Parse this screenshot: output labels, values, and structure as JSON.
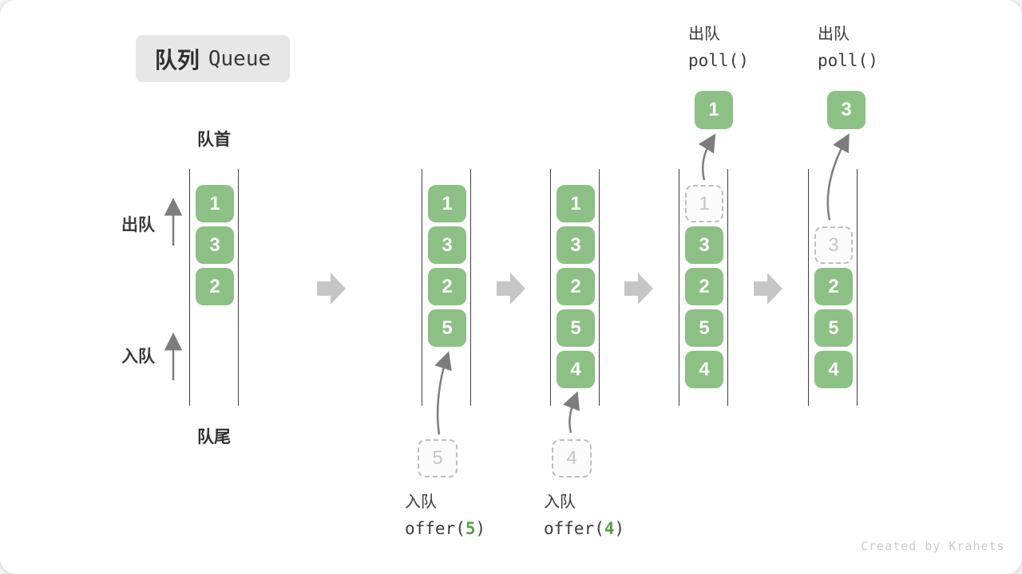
{
  "title": {
    "zh": "队列",
    "en": "Queue"
  },
  "labels": {
    "front": "队首",
    "rear": "队尾",
    "dequeue_side": "出队",
    "enqueue_side": "入队"
  },
  "columns": {
    "c1": {
      "cells": [
        "1",
        "3",
        "2"
      ]
    },
    "c2": {
      "cells": [
        "1",
        "3",
        "2",
        "5"
      ],
      "staged": "5"
    },
    "c3": {
      "cells": [
        "1",
        "3",
        "2",
        "5",
        "4"
      ],
      "staged": "4"
    },
    "c4": {
      "removed": "1",
      "cells": [
        "3",
        "2",
        "5",
        "4"
      ],
      "result": "1"
    },
    "c5": {
      "removed": "3",
      "cells": [
        "2",
        "5",
        "4"
      ],
      "result": "3"
    }
  },
  "operations": {
    "enqueue5": {
      "label": "入队",
      "code_before": "offer(",
      "arg": "5",
      "code_after": ")"
    },
    "enqueue4": {
      "label": "入队",
      "code_before": "offer(",
      "arg": "4",
      "code_after": ")"
    },
    "dequeue1": {
      "label": "出队",
      "code": "poll()"
    },
    "dequeue2": {
      "label": "出队",
      "code": "poll()"
    }
  },
  "watermark": "Created by Krahets",
  "colors": {
    "box_green": "#8CC084",
    "code_green": "#5A9E4D",
    "block_arrow_gray": "#C6C6C6",
    "curve_arrow_gray": "#7D7D7D",
    "line_dark": "#3F3F3F",
    "title_bg": "#E7E7E7"
  }
}
